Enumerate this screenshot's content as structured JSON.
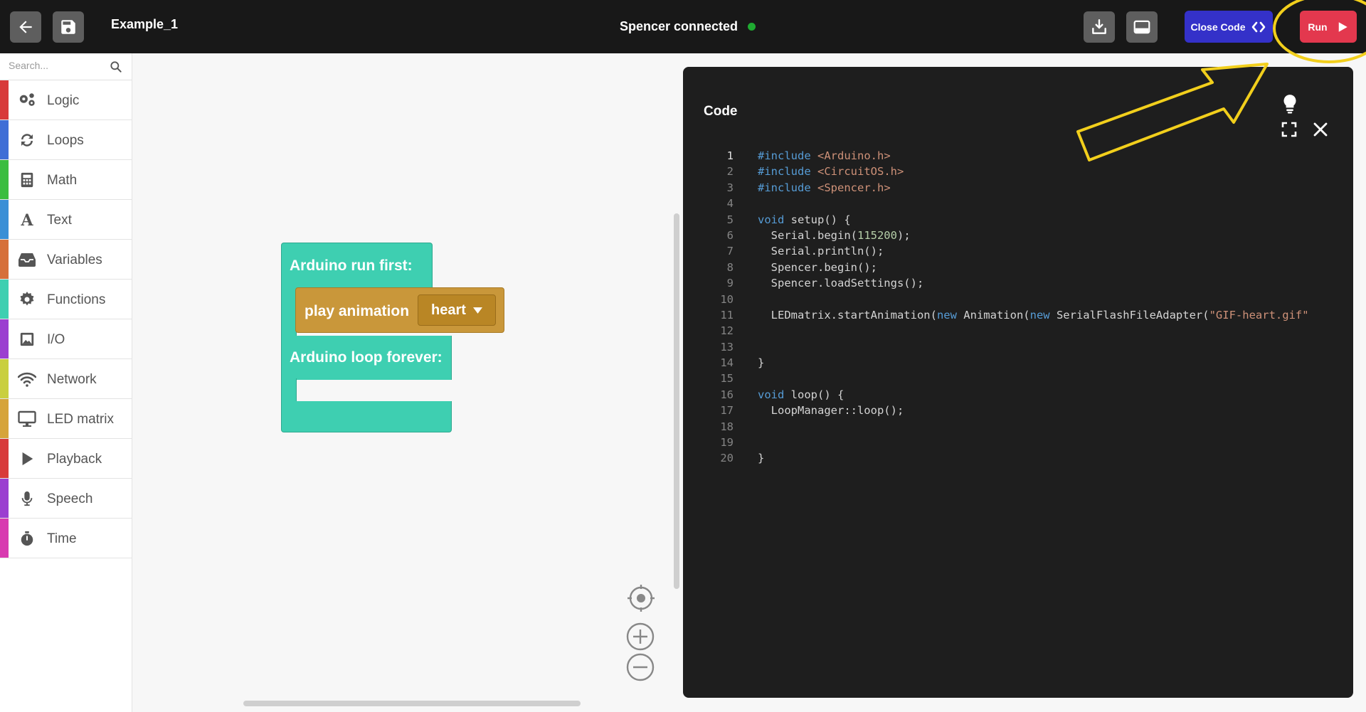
{
  "header": {
    "project_name": "Example_1",
    "connection_status": "Spencer connected",
    "close_code_label": "Close Code",
    "run_label": "Run"
  },
  "sidebar": {
    "search_placeholder": "Search...",
    "categories": [
      {
        "label": "Logic",
        "icon": "gears-icon",
        "color": "#d83a3a"
      },
      {
        "label": "Loops",
        "icon": "refresh-icon",
        "color": "#3f6ed6"
      },
      {
        "label": "Math",
        "icon": "calculator-icon",
        "color": "#3bbd40"
      },
      {
        "label": "Text",
        "icon": "text-icon",
        "color": "#3a8fd6"
      },
      {
        "label": "Variables",
        "icon": "inbox-icon",
        "color": "#d6703a"
      },
      {
        "label": "Functions",
        "icon": "gear-icon",
        "color": "#3ecfb1"
      },
      {
        "label": "I/O",
        "icon": "image-icon",
        "color": "#9b3fd0"
      },
      {
        "label": "Network",
        "icon": "wifi-icon",
        "color": "#c9cf3e"
      },
      {
        "label": "LED matrix",
        "icon": "monitor-icon",
        "color": "#d6a43a"
      },
      {
        "label": "Playback",
        "icon": "play-icon",
        "color": "#d83a3a"
      },
      {
        "label": "Speech",
        "icon": "microphone-icon",
        "color": "#9b3fd0"
      },
      {
        "label": "Time",
        "icon": "stopwatch-icon",
        "color": "#d83ab0"
      }
    ]
  },
  "blocks": {
    "run_first": "Arduino run first:",
    "play_animation": "play animation",
    "animation_value": "heart",
    "loop_forever": "Arduino loop forever:"
  },
  "code_panel": {
    "title": "Code",
    "lines": [
      {
        "num": "1",
        "html": "<span class='k'>#include</span> <span class='s'>&lt;Arduino.h&gt;</span>"
      },
      {
        "num": "2",
        "html": "<span class='k'>#include</span> <span class='s'>&lt;CircuitOS.h&gt;</span>"
      },
      {
        "num": "3",
        "html": "<span class='k'>#include</span> <span class='s'>&lt;Spencer.h&gt;</span>"
      },
      {
        "num": "4",
        "html": ""
      },
      {
        "num": "5",
        "html": "<span class='k'>void</span> setup() {"
      },
      {
        "num": "6",
        "html": "  Serial.begin(<span class='n'>115200</span>);"
      },
      {
        "num": "7",
        "html": "  Serial.println();"
      },
      {
        "num": "8",
        "html": "  Spencer.begin();"
      },
      {
        "num": "9",
        "html": "  Spencer.loadSettings();"
      },
      {
        "num": "10",
        "html": ""
      },
      {
        "num": "11",
        "html": "  LEDmatrix.startAnimation(<span class='k'>new</span> Animation(<span class='k'>new</span> SerialFlashFileAdapter(<span class='s'>\"GIF-heart.gif\"</span>"
      },
      {
        "num": "12",
        "html": ""
      },
      {
        "num": "13",
        "html": ""
      },
      {
        "num": "14",
        "html": "}"
      },
      {
        "num": "15",
        "html": ""
      },
      {
        "num": "16",
        "html": "<span class='k'>void</span> loop() {"
      },
      {
        "num": "17",
        "html": "  LoopManager::loop();"
      },
      {
        "num": "18",
        "html": ""
      },
      {
        "num": "19",
        "html": ""
      },
      {
        "num": "20",
        "html": "}"
      }
    ]
  },
  "colors": {
    "teal_block": "#3ecfb1",
    "orange_block": "#c9973a",
    "run_button": "#e3384e",
    "close_code_button": "#3431c9",
    "connected_dot": "#1faa31",
    "annotation": "#f2cf1c"
  }
}
